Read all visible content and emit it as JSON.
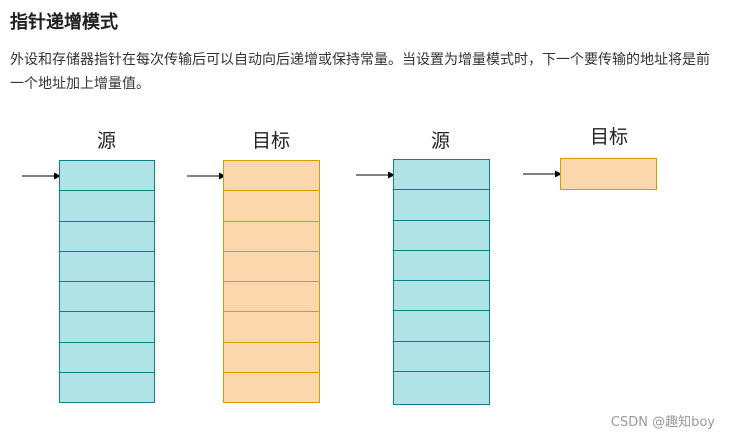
{
  "title": "指针递增模式",
  "description": "外设和存储器指针在每次传输后可以自动向后递增或保持常量。当设置为增量模式时，下一个要传输的地址将是前一个地址加上增量值。",
  "diagram": {
    "groups": [
      {
        "label": "源",
        "cells": 8,
        "kind": "source"
      },
      {
        "label": "目标",
        "cells": 8,
        "kind": "destination"
      },
      {
        "label": "源",
        "cells": 8,
        "kind": "source"
      },
      {
        "label": "目标",
        "cells": 1,
        "kind": "destination"
      }
    ],
    "colors": {
      "source_fill": "#b0e3e6",
      "source_border": "#0e8088",
      "destination_fill": "#fad7ac",
      "destination_border": "#d79b00"
    }
  },
  "watermark": "CSDN @趣知boy"
}
